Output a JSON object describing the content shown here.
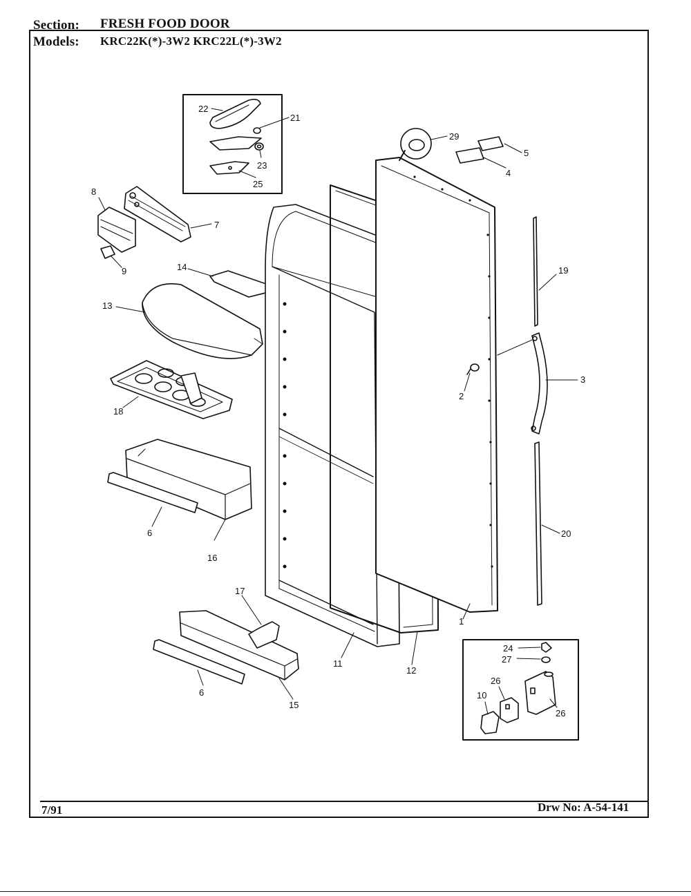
{
  "header": {
    "section_label": "Section:",
    "section_value": "FRESH FOOD DOOR",
    "models_label": "Models:",
    "models_value": "KRC22K(*)-3W2  KRC22L(*)-3W2"
  },
  "footer": {
    "date": "7/91",
    "drawing_number": "Drw No: A-54-141"
  },
  "callouts": {
    "p1": "1",
    "p2": "2",
    "p3": "3",
    "p4": "4",
    "p5": "5",
    "p6a": "6",
    "p6b": "6",
    "p7": "7",
    "p8": "8",
    "p9": "9",
    "p10": "10",
    "p11": "11",
    "p12": "12",
    "p13": "13",
    "p14": "14",
    "p15": "15",
    "p16": "16",
    "p17": "17",
    "p18": "18",
    "p19": "19",
    "p20": "20",
    "p21": "21",
    "p22": "22",
    "p23": "23",
    "p24": "24",
    "p25": "25",
    "p26a": "26",
    "p26b": "26",
    "p27": "27",
    "p29": "29"
  }
}
